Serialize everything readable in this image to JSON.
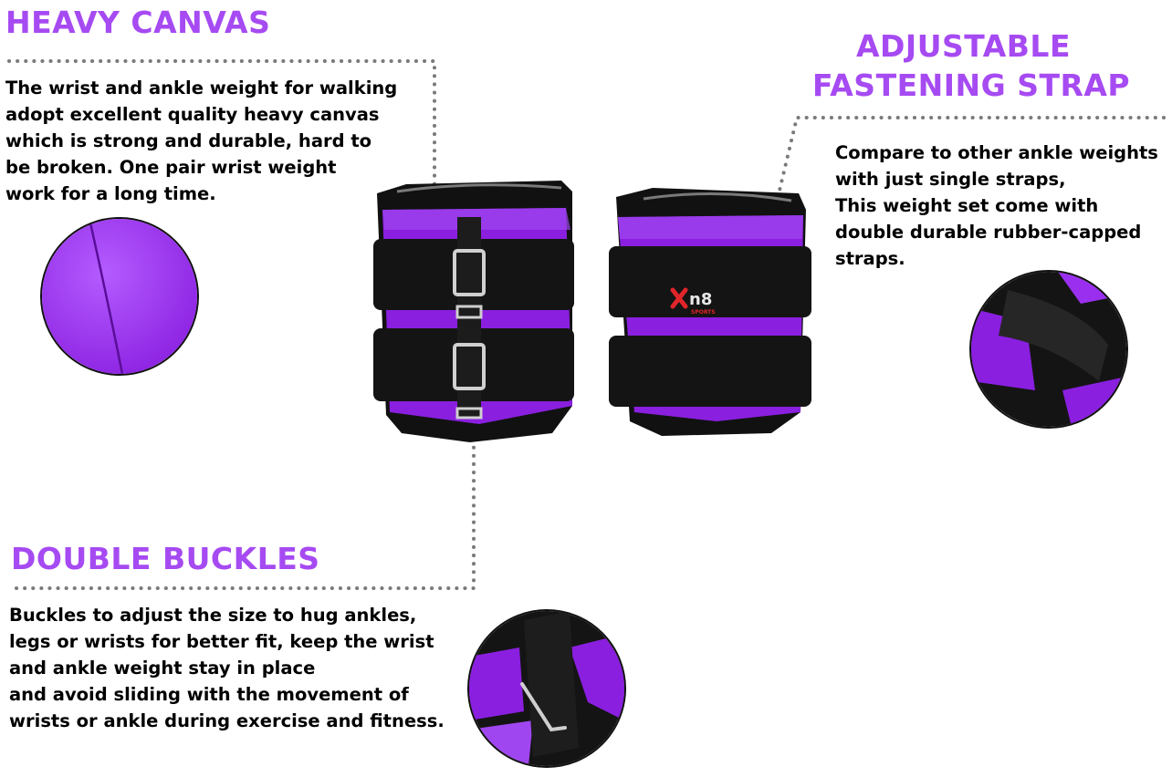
{
  "theme": {
    "accent": "#a64af2",
    "text": "#000000",
    "fabric_purple": "#8a1fe0",
    "strap_black": "#141414",
    "leader_gray": "#7a7a7a"
  },
  "sections": {
    "heavy_canvas": {
      "title": "HEAVY CANVAS",
      "body": "The wrist and ankle weight for walking\nadopt excellent quality heavy canvas\nwhich is strong and durable, hard to\nbe broken. One pair wrist weight\nwork for a long time."
    },
    "adjustable_strap": {
      "title_line1": "ADJUSTABLE",
      "title_line2": "FASTENING STRAP",
      "body": "Compare to other ankle weights\nwith just single straps,\nThis weight set come with\ndouble durable rubber-capped\nstraps."
    },
    "double_buckles": {
      "title": "DOUBLE BUCKLES",
      "body": "Buckles to adjust the size to hug ankles,\nlegs or wrists for better fit, keep the wrist\nand ankle weight stay in place\nand avoid sliding with the movement of\nwrists or ankle during exercise and fitness."
    }
  },
  "product": {
    "brand_logo": "Xn8 Sports logo",
    "items": [
      "left-ankle-weight",
      "right-ankle-weight"
    ]
  },
  "callouts": [
    "canvas-closeup",
    "strap-closeup",
    "buckle-closeup"
  ]
}
